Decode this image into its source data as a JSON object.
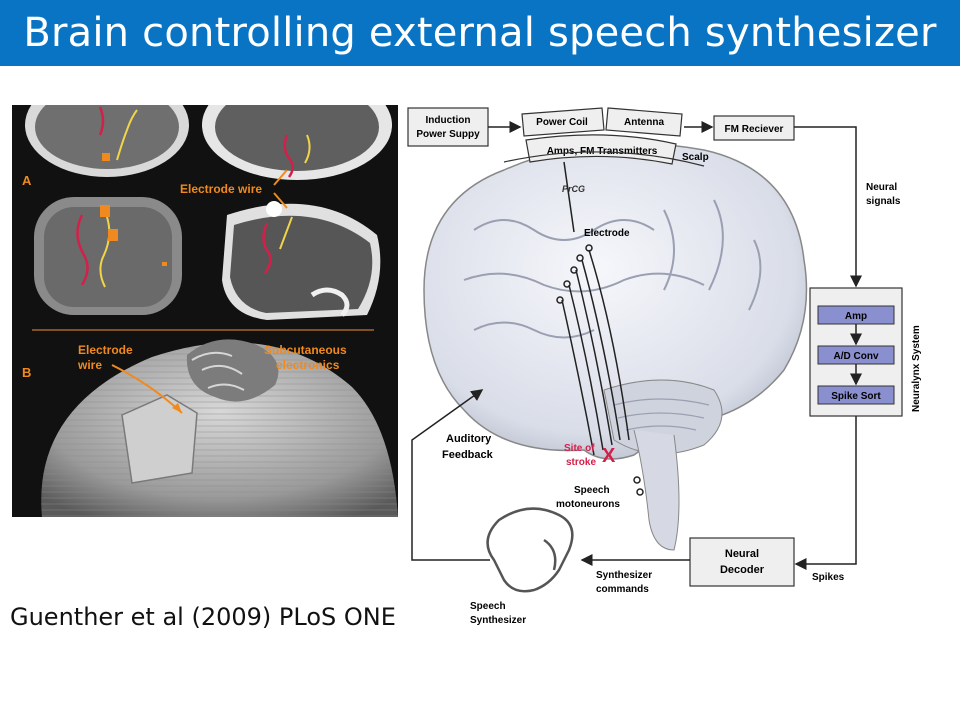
{
  "title": "Brain controlling external speech synthesizer",
  "citation": "Guenther et al (2009) PLoS ONE",
  "colors": {
    "title_bar": "#0a74c4",
    "orange_label": "#f08a1e",
    "stroke_red": "#d2204a",
    "box_fill": "#efefef",
    "neuralynx_step_fill": "#8a8fcf"
  },
  "scans": {
    "panel_a_label": "A",
    "panel_b_label": "B",
    "electrode_wire_label": "Electrode wire",
    "electrode_wire_label_b_line1": "Electrode",
    "electrode_wire_label_b_line2": "wire",
    "subcutaneous_line1": "Subcutaneous",
    "subcutaneous_line2": "electronics"
  },
  "schematic": {
    "induction_line1": "Induction",
    "induction_line2": "Power Suppy",
    "power_coil": "Power Coil",
    "antenna": "Antenna",
    "amps_fm": "Amps, FM Transmitters",
    "scalp": "Scalp",
    "fm_receiver": "FM Reciever",
    "neural_signals_line1": "Neural",
    "neural_signals_line2": "signals",
    "prcg": "PrCG",
    "electrode": "Electrode",
    "neuralynx_system": "Neuralynx System",
    "amp": "Amp",
    "ad_conv": "A/D Conv",
    "spike_sort": "Spike Sort",
    "auditory_feedback_line1": "Auditory",
    "auditory_feedback_line2": "Feedback",
    "site_of_stroke_line1": "Site of",
    "site_of_stroke_line2": "stroke",
    "stroke_mark": "X",
    "speech_motoneurons_line1": "Speech",
    "speech_motoneurons_line2": "motoneurons",
    "neural_decoder_line1": "Neural",
    "neural_decoder_line2": "Decoder",
    "spikes": "Spikes",
    "synth_commands_line1": "Synthesizer",
    "synth_commands_line2": "commands",
    "speech_synth_line1": "Speech",
    "speech_synth_line2": "Synthesizer"
  }
}
